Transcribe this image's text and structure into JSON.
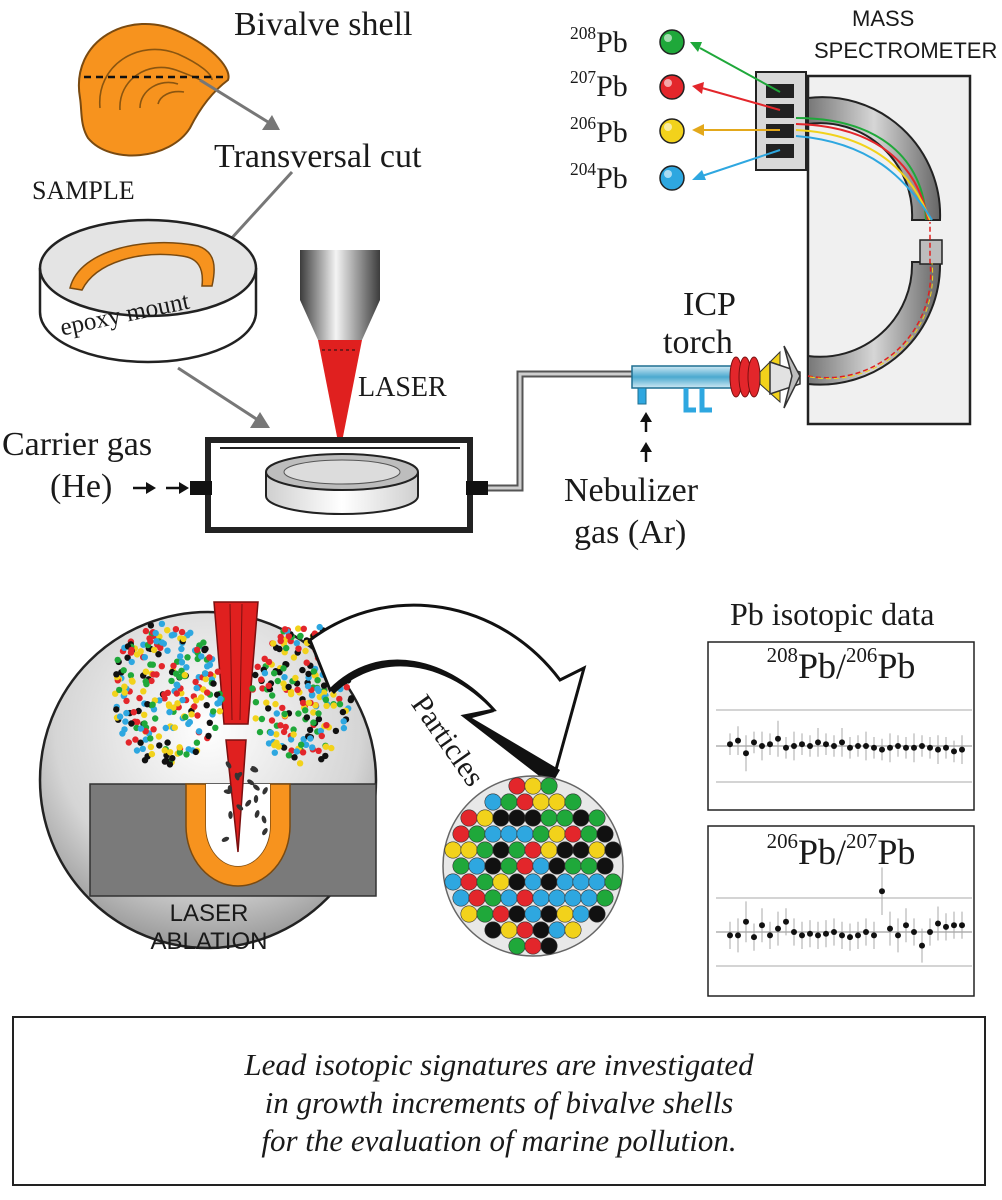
{
  "labels": {
    "bivalve_shell": "Bivalve shell",
    "transversal_cut": "Transversal cut",
    "sample": "SAMPLE",
    "epoxy_mount": "epoxy mount",
    "laser": "LASER",
    "carrier_gas": "Carrier gas",
    "carrier_gas_he": "(He)",
    "icp": "ICP",
    "torch": "torch",
    "nebulizer": "Nebulizer",
    "nebulizer_gas": "gas (Ar)",
    "mass": "MASS",
    "spectrometer": "SPECTROMETER",
    "particles": "Particles",
    "laser_ablation_1": "LASER",
    "laser_ablation_2": "ABLATION",
    "pb_isotopic_data": "Pb isotopic data"
  },
  "isotopes": [
    {
      "mass": "208",
      "element": "Pb",
      "color": "#1fa83a"
    },
    {
      "mass": "207",
      "element": "Pb",
      "color": "#e3262b"
    },
    {
      "mass": "206",
      "element": "Pb",
      "color": "#f2d21b"
    },
    {
      "mass": "204",
      "element": "Pb",
      "color": "#2ea7e0"
    }
  ],
  "panels": [
    {
      "num_mass": "208",
      "num_el": "Pb",
      "sep": "/",
      "den_mass": "206",
      "den_el": "Pb",
      "points": [
        0.05,
        0.15,
        -0.2,
        0.1,
        0.0,
        0.05,
        0.2,
        -0.05,
        0.0,
        0.05,
        0.0,
        0.1,
        0.05,
        0.0,
        0.1,
        -0.05,
        0.0,
        0.0,
        -0.05,
        -0.1,
        -0.05,
        0.0,
        -0.05,
        -0.05,
        0.0,
        -0.05,
        -0.1,
        -0.05,
        -0.15,
        -0.1
      ],
      "errors": [
        0.3,
        0.4,
        0.5,
        0.3,
        0.4,
        0.3,
        0.5,
        0.3,
        0.4,
        0.3,
        0.3,
        0.4,
        0.3,
        0.3,
        0.4,
        0.3,
        0.3,
        0.4,
        0.3,
        0.3,
        0.4,
        0.3,
        0.3,
        0.4,
        0.3,
        0.3,
        0.4,
        0.3,
        0.3,
        0.4
      ]
    },
    {
      "num_mass": "206",
      "num_el": "Pb",
      "sep": "/",
      "den_mass": "207",
      "den_el": "Pb",
      "points": [
        -0.1,
        -0.1,
        0.3,
        -0.15,
        0.2,
        -0.1,
        0.1,
        0.3,
        0.0,
        -0.1,
        -0.05,
        -0.1,
        -0.05,
        0.0,
        -0.1,
        -0.15,
        -0.1,
        0.0,
        -0.1,
        1.2,
        0.1,
        -0.1,
        0.2,
        0.0,
        -0.4,
        0.0,
        0.25,
        0.15,
        0.2,
        0.2
      ],
      "errors": [
        0.4,
        0.5,
        0.6,
        0.4,
        0.5,
        0.4,
        0.5,
        0.4,
        0.4,
        0.4,
        0.4,
        0.4,
        0.4,
        0.4,
        0.4,
        0.4,
        0.4,
        0.4,
        0.4,
        0.7,
        0.5,
        0.5,
        0.5,
        0.4,
        0.5,
        0.4,
        0.5,
        0.4,
        0.4,
        0.4
      ]
    }
  ],
  "caption": [
    "Lead isotopic signatures are investigated",
    "in growth increments of bivalve shells",
    "for the evaluation of marine pollution."
  ],
  "colors": {
    "orange": "#f7931e",
    "laser_red": "#e0201f",
    "particle_palette": [
      "#e3262b",
      "#1fa83a",
      "#f2d21b",
      "#2ea7e0",
      "#111111"
    ]
  }
}
